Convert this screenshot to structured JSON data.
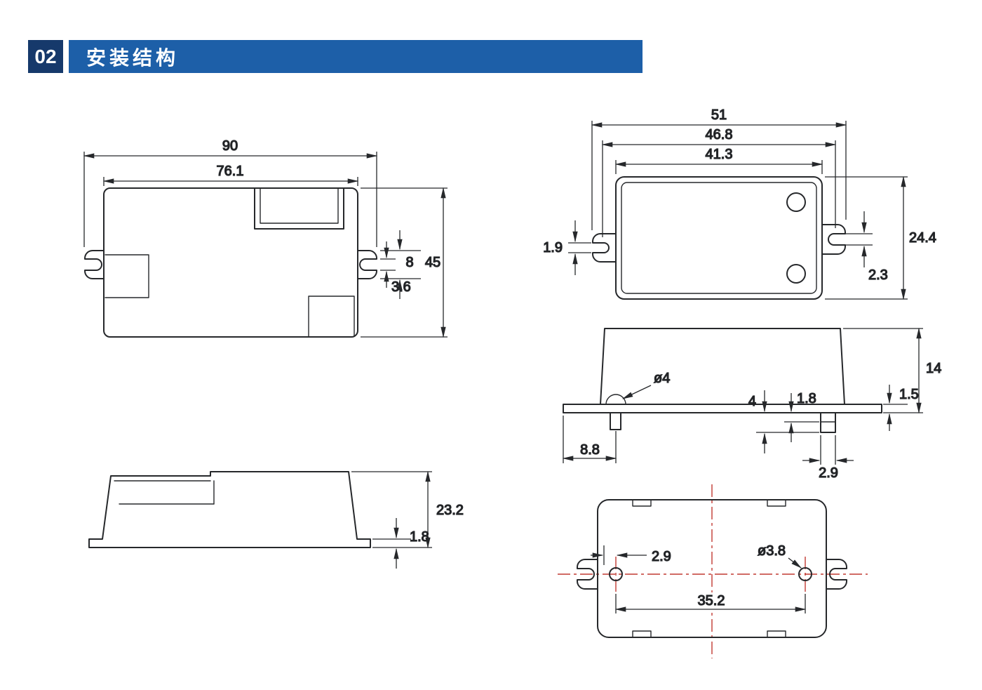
{
  "header": {
    "section_number": "02",
    "title": "安装结构"
  },
  "colors": {
    "section_badge_bg": "#16396b",
    "title_bar_bg": "#1d5fa8",
    "drawing_line": "#26282b",
    "centerline_red": "#c23a32"
  },
  "drawings": {
    "top_view_front": {
      "dims": {
        "overall_width": "90",
        "body_width": "76.1",
        "body_height": "45",
        "tab_width": "8",
        "slot_width": "3.6"
      }
    },
    "top_view_back": {
      "dims": {
        "overall_width": "51",
        "shoulder_width": "46.8",
        "body_width": "41.3",
        "left_slot_width": "1.9",
        "body_height": "24.4",
        "right_slot_width": "2.3"
      }
    },
    "side_view_right": {
      "dims": {
        "hole_diameter": "ø4",
        "overall_height": "14",
        "flange_thickness": "1.5",
        "foot_height": "4",
        "foot_step": "1.8",
        "flange_length": "8.8",
        "foot_width": "2.9"
      }
    },
    "side_view_front": {
      "dims": {
        "overall_height": "23.2",
        "flange_thickness": "1.8"
      }
    },
    "bottom_view": {
      "dims": {
        "edge_to_hole": "2.9",
        "hole_diameter": "ø3.8",
        "hole_spacing": "35.2"
      }
    }
  }
}
